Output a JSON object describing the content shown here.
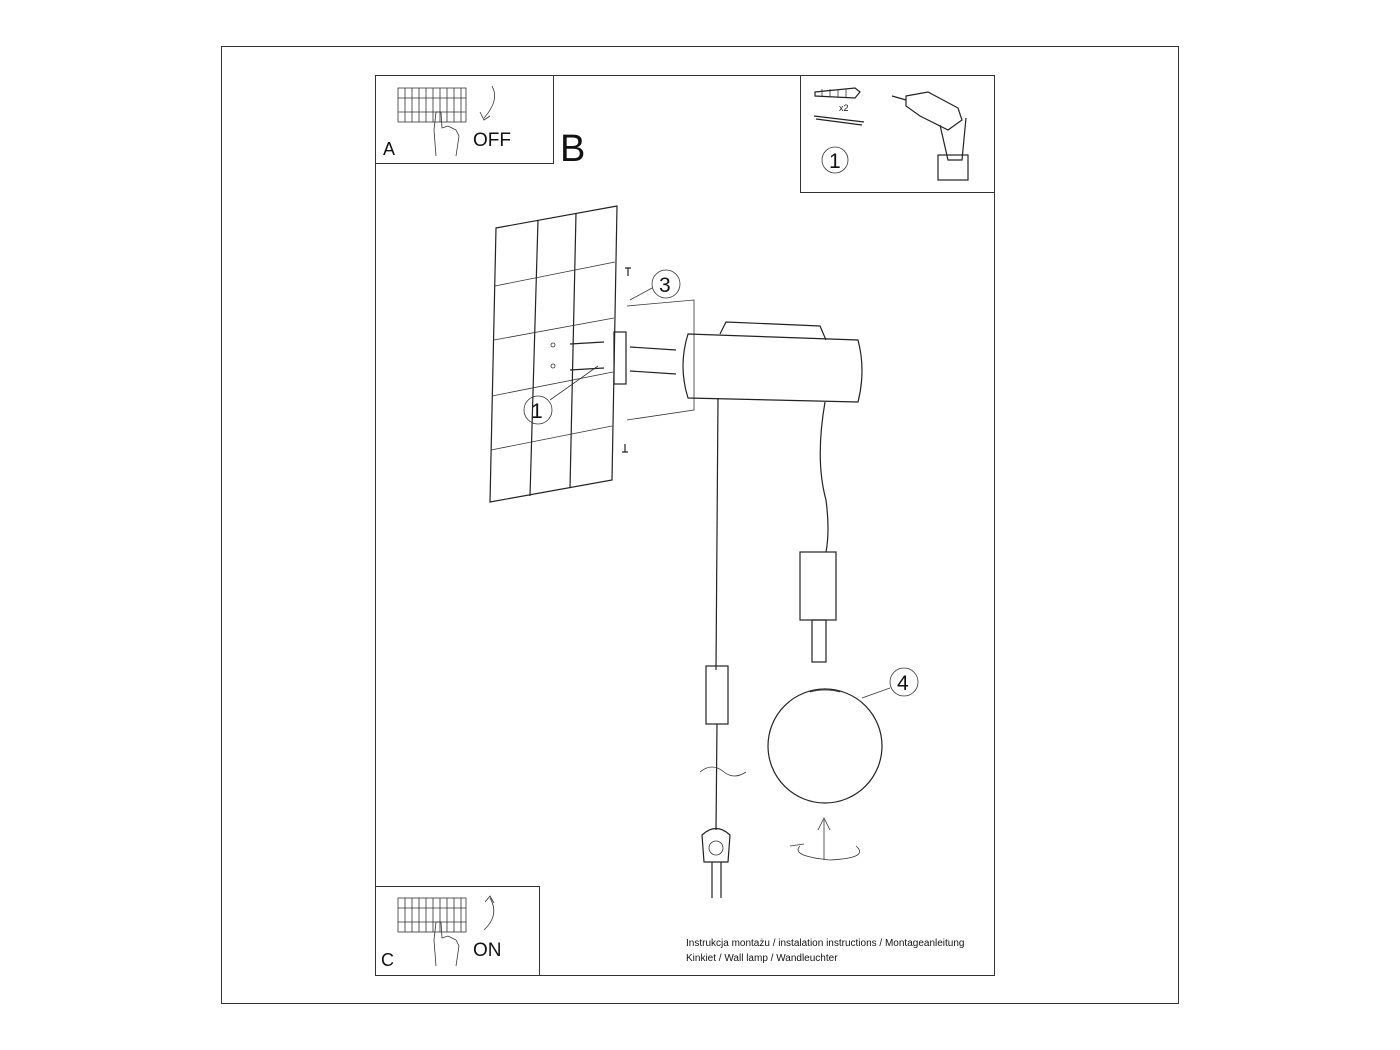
{
  "steps": {
    "a": {
      "letter": "A",
      "label": "OFF"
    },
    "b": {
      "letter": "B"
    },
    "c": {
      "letter": "C",
      "label": "ON"
    }
  },
  "tools": {
    "quantity": "x2",
    "part_number": "1"
  },
  "callouts": {
    "anchor": "1",
    "bracket": "3",
    "shade": "4"
  },
  "footer": {
    "line1": "Instrukcja montażu / instalation instructions / Montageanleitung",
    "line2": "Kinkiet / Wall lamp / Wandleuchter"
  }
}
